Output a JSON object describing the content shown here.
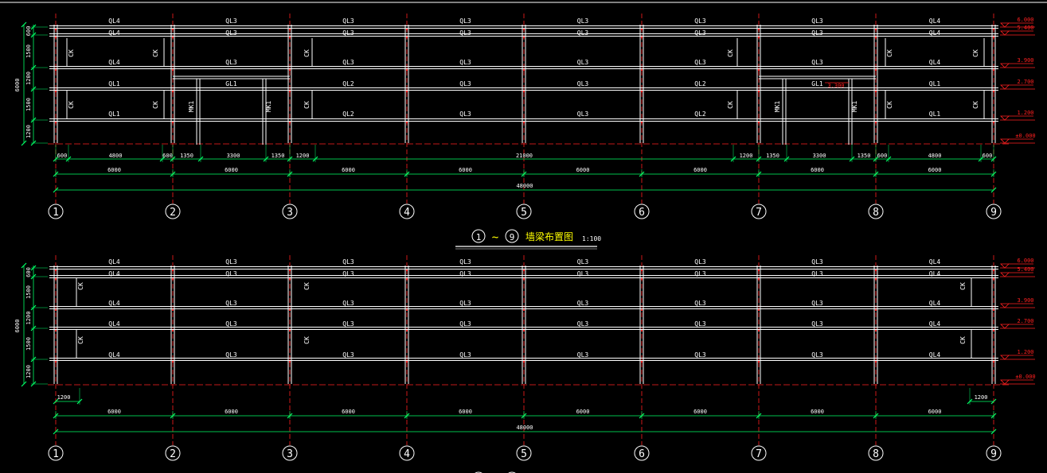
{
  "colors": {
    "background": "#000000",
    "wall": "#ffffff",
    "grid_axis": "#ff2020",
    "dimension": "#00ff66",
    "level_mark": "#ff2020",
    "title": "#ffff00"
  },
  "levels": [
    "6.000",
    "5.400",
    "3.900",
    "2.700",
    "1.200",
    "±0.000"
  ],
  "left_dims": {
    "total": "6000",
    "segments": [
      "600",
      "1500",
      "1200",
      "1500",
      "1200"
    ]
  },
  "axes": [
    "1",
    "2",
    "3",
    "4",
    "5",
    "6",
    "7",
    "8",
    "9"
  ],
  "axis_spacing": "6000",
  "total_length": "48000",
  "top": {
    "beam_rows": [
      [
        "QL4",
        "QL3",
        "QL3",
        "QL3",
        "QL3",
        "QL3",
        "QL3",
        "QL4"
      ],
      [
        "QL4",
        "QL3",
        "QL3",
        "QL3",
        "QL3",
        "QL3",
        "QL3",
        "QL4"
      ],
      [
        "QL4",
        "QL3",
        "QL3",
        "QL3",
        "QL3",
        "QL3",
        "QL3",
        "QL4"
      ],
      [
        "QL1",
        "GL1",
        "QL2",
        "QL3",
        "QL3",
        "QL2",
        "GL1",
        "QL1"
      ],
      [
        "QL1",
        "",
        "QL2",
        "QL3",
        "QL3",
        "QL2",
        "",
        "QL1"
      ]
    ],
    "windows": "CK",
    "doors": "MK1",
    "door_level": "3.300",
    "opening_dims": [
      "600",
      "4800",
      "600",
      "1350",
      "3300",
      "1350",
      "1200",
      "21000",
      "1200",
      "1350",
      "3300",
      "1350",
      "600",
      "4800",
      "600"
    ],
    "title_range_from": "1",
    "title_range_to": "9",
    "title_sep": "~",
    "title_text": "墙梁布置图",
    "title_scale": "1:100"
  },
  "bottom": {
    "beam_rows": [
      [
        "QL4",
        "QL3",
        "QL3",
        "QL3",
        "QL3",
        "QL3",
        "QL3",
        "QL4"
      ],
      [
        "QL4",
        "QL3",
        "QL3",
        "QL3",
        "QL3",
        "QL3",
        "QL3",
        "QL4"
      ],
      [
        "QL4",
        "QL3",
        "QL3",
        "QL3",
        "QL3",
        "QL3",
        "QL3",
        "QL4"
      ],
      [
        "QL4",
        "QL3",
        "QL3",
        "QL3",
        "QL3",
        "QL3",
        "QL3",
        "QL4"
      ],
      [
        "QL4",
        "QL3",
        "QL3",
        "QL3",
        "QL3",
        "QL3",
        "QL3",
        "QL4"
      ]
    ],
    "windows": "CK",
    "edge_dims": [
      "1200",
      "1200"
    ]
  }
}
